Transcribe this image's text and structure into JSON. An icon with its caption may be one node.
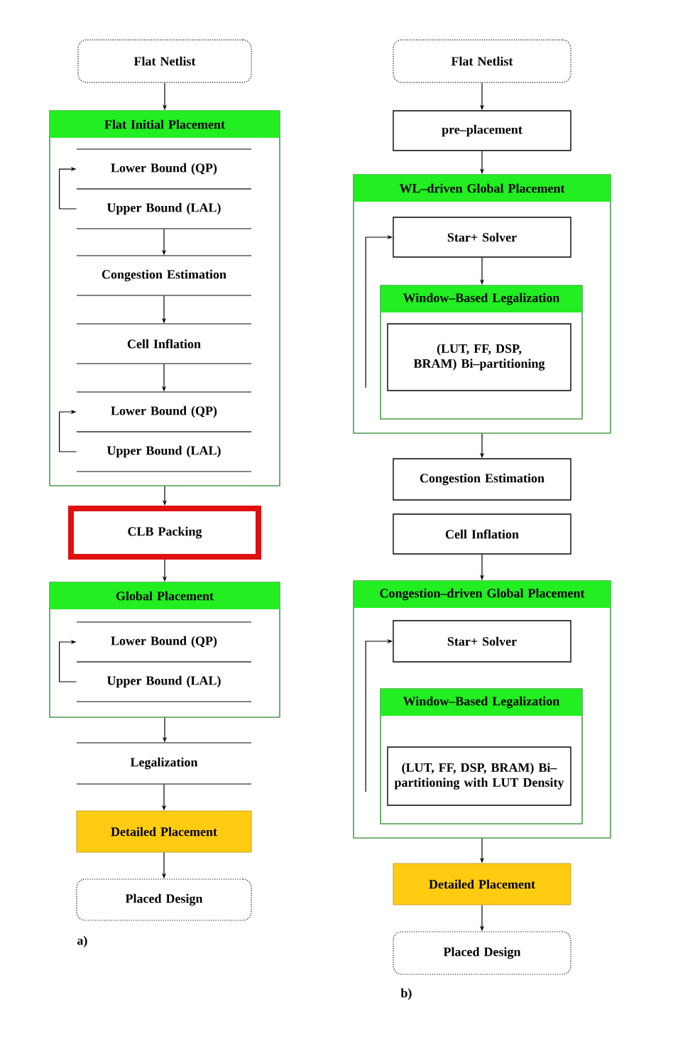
{
  "diagram": {
    "nodes": [
      {
        "text": [
          "Flat Netlist"
        ]
      },
      {
        "text": [
          "Flat Initial Placement"
        ]
      },
      {
        "text": [
          "Lower Bound (QP)"
        ],
        "in": 1
      },
      {
        "text": [
          "Upper Bound (LAL)"
        ],
        "in": 1
      },
      {
        "text": [
          "Congestion Estimation"
        ],
        "in": 1
      },
      {
        "text": [
          "Cell Inflation"
        ],
        "in": 1
      },
      {
        "text": [
          "Lower Bound (QP)"
        ],
        "in": 1
      },
      {
        "text": [
          "Upper Bound (LAL)"
        ],
        "in": 1
      },
      {
        "text": [
          "CLB Packing"
        ]
      },
      {
        "text": [
          "Global Placement"
        ]
      },
      {
        "text": [
          "Lower Bound (QP)"
        ],
        "in": 9
      },
      {
        "text": [
          "Upper Bound (LAL)"
        ],
        "in": 9
      },
      {
        "text": [
          "Legalization"
        ]
      },
      {
        "text": [
          "Detailed Placement"
        ]
      },
      {
        "text": [
          "Placed Design"
        ]
      },
      {
        "text": [
          "Flat Netlist"
        ]
      },
      {
        "text": [
          "pre–placement"
        ]
      },
      {
        "text": [
          "WL–driven Global Placement"
        ]
      },
      {
        "text": [
          "Star+ Solver"
        ],
        "in": 17
      },
      {
        "text": [
          "Window–Based Legalization"
        ],
        "in": 17
      },
      {
        "text": [
          "(LUT, FF, DSP, BRAM) Bi–partitioning"
        ],
        "in": 19
      },
      {
        "text": [
          "Congestion Estimation"
        ]
      },
      {
        "text": [
          "Cell Inflation"
        ]
      },
      {
        "text": [
          "Congestion–driven Global Placement"
        ]
      },
      {
        "text": [
          "Star+ Solver"
        ],
        "in": 23
      },
      {
        "text": [
          "Window–Based Legalization"
        ],
        "in": 23
      },
      {
        "text": [
          "(LUT, FF, DSP, BRAM) Bi–partitioning with LUT Density"
        ],
        "in": 25
      },
      {
        "text": [
          "Detailed Placement"
        ]
      },
      {
        "text": [
          "Placed Design"
        ]
      }
    ],
    "edges": [
      {
        "from": 0,
        "to": 1,
        "arrow": "to"
      },
      {
        "from": 3,
        "to": 2,
        "arrow": "to"
      },
      {
        "from": 3,
        "to": 4,
        "arrow": "to"
      },
      {
        "from": 4,
        "to": 5,
        "arrow": "to"
      },
      {
        "from": 5,
        "to": 6,
        "arrow": "to"
      },
      {
        "from": 7,
        "to": 6,
        "arrow": "to"
      },
      {
        "from": 1,
        "to": 8,
        "arrow": "to"
      },
      {
        "from": 8,
        "to": 9,
        "arrow": "to"
      },
      {
        "from": 11,
        "to": 10,
        "arrow": "to"
      },
      {
        "from": 9,
        "to": 12,
        "arrow": "to"
      },
      {
        "from": 12,
        "to": 13,
        "arrow": "to"
      },
      {
        "from": 13,
        "to": 14,
        "arrow": "to"
      },
      {
        "from": 15,
        "to": 16,
        "arrow": "to"
      },
      {
        "from": 16,
        "to": 17,
        "arrow": "to"
      },
      {
        "from": 18,
        "to": 19,
        "arrow": "to"
      },
      {
        "from": 19,
        "to": 18,
        "arrow": "to"
      },
      {
        "from": 17,
        "to": 21,
        "arrow": "to"
      },
      {
        "from": 22,
        "to": 23,
        "arrow": "to"
      },
      {
        "from": 25,
        "to": 24,
        "arrow": "to"
      },
      {
        "from": 23,
        "to": 27,
        "arrow": "to"
      },
      {
        "from": 27,
        "to": 28,
        "arrow": "to"
      }
    ],
    "labels": [
      "a)",
      "b)"
    ]
  }
}
